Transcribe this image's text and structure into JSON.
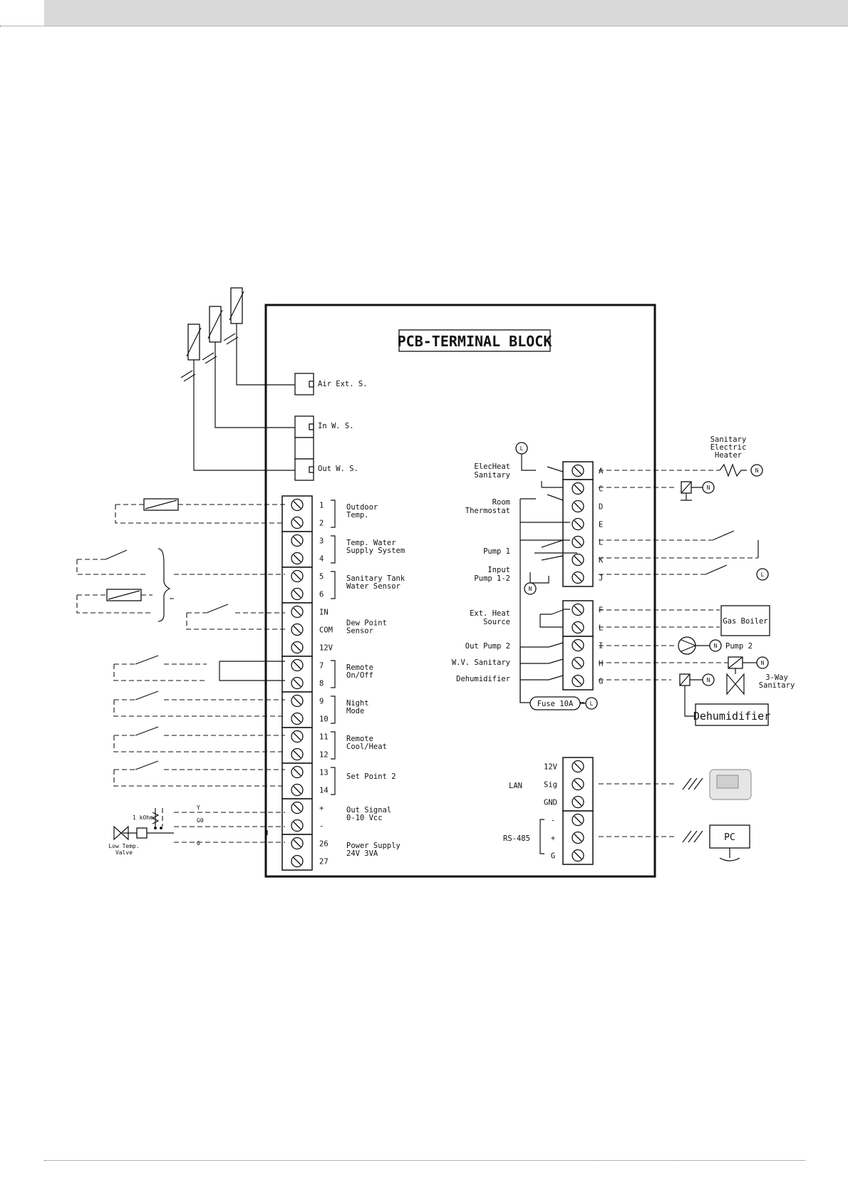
{
  "title": "PCB-TERMINAL BLOCK",
  "sensors": {
    "air_ext": "Air Ext. S.",
    "in_ws": "In W. S.",
    "out_ws": "Out W. S."
  },
  "left_terminals": [
    {
      "nums": [
        "1",
        "2"
      ],
      "desc": [
        "Outdoor",
        "Temp."
      ]
    },
    {
      "nums": [
        "3",
        "4"
      ],
      "desc": [
        "Temp. Water",
        "Supply System"
      ]
    },
    {
      "nums": [
        "5",
        "6"
      ],
      "desc": [
        "Sanitary Tank",
        "Water Sensor"
      ]
    },
    {
      "nums": [
        "IN",
        "COM",
        "12V"
      ],
      "desc": [
        "Dew Point",
        "Sensor"
      ]
    },
    {
      "nums": [
        "7",
        "8"
      ],
      "desc": [
        "Remote",
        "On/Off"
      ]
    },
    {
      "nums": [
        "9",
        "10"
      ],
      "desc": [
        "Night",
        "Mode"
      ]
    },
    {
      "nums": [
        "11",
        "12"
      ],
      "desc": [
        "Remote",
        "Cool/Heat"
      ]
    },
    {
      "nums": [
        "13",
        "14"
      ],
      "desc": [
        "Set Point 2"
      ]
    },
    {
      "nums": [
        "+",
        "-"
      ],
      "desc": [
        "Out Signal",
        "0-10 Vcc"
      ]
    },
    {
      "nums": [
        "26",
        "27"
      ],
      "desc": [
        "Power Supply",
        "24V 3VA"
      ]
    }
  ],
  "valve": {
    "resistor": "1 kOhm",
    "wire_y": "Y",
    "wire_g0": "G0",
    "wire_g": "G",
    "name": [
      "Low Temp.",
      "Valve"
    ]
  },
  "right_terminals": {
    "letters": [
      "A",
      "C",
      "D",
      "E",
      "L",
      "K",
      "J",
      "F",
      "L",
      "I",
      "H",
      "G"
    ],
    "labels": {
      "elec_heat": [
        "ElecHeat",
        "Sanitary"
      ],
      "room_thermostat": [
        "Room",
        "Thermostat"
      ],
      "pump1": "Pump 1",
      "input_pump": [
        "Input",
        "Pump 1-2"
      ],
      "ext_heat": [
        "Ext. Heat",
        "Source"
      ],
      "out_pump2": "Out Pump 2",
      "wv_sanitary": "W.V. Sanitary",
      "dehumidifier": "Dehumidifier",
      "fuse": "Fuse 10A"
    },
    "node_l": "L",
    "node_n": "N"
  },
  "external": {
    "heater": [
      "Sanitary",
      "Electric",
      "Heater"
    ],
    "gas_boiler": "Gas Boiler",
    "pump2": "Pump 2",
    "three_way": [
      "3-Way",
      "Sanitary"
    ],
    "dehumidifier_box": "Dehumidifier",
    "pc": "PC"
  },
  "comm": {
    "lan": "LAN",
    "lan_pins": [
      "12V",
      "Sig",
      "GND"
    ],
    "rs485": "RS-485",
    "rs485_pins": [
      "-",
      "+",
      "G"
    ]
  }
}
